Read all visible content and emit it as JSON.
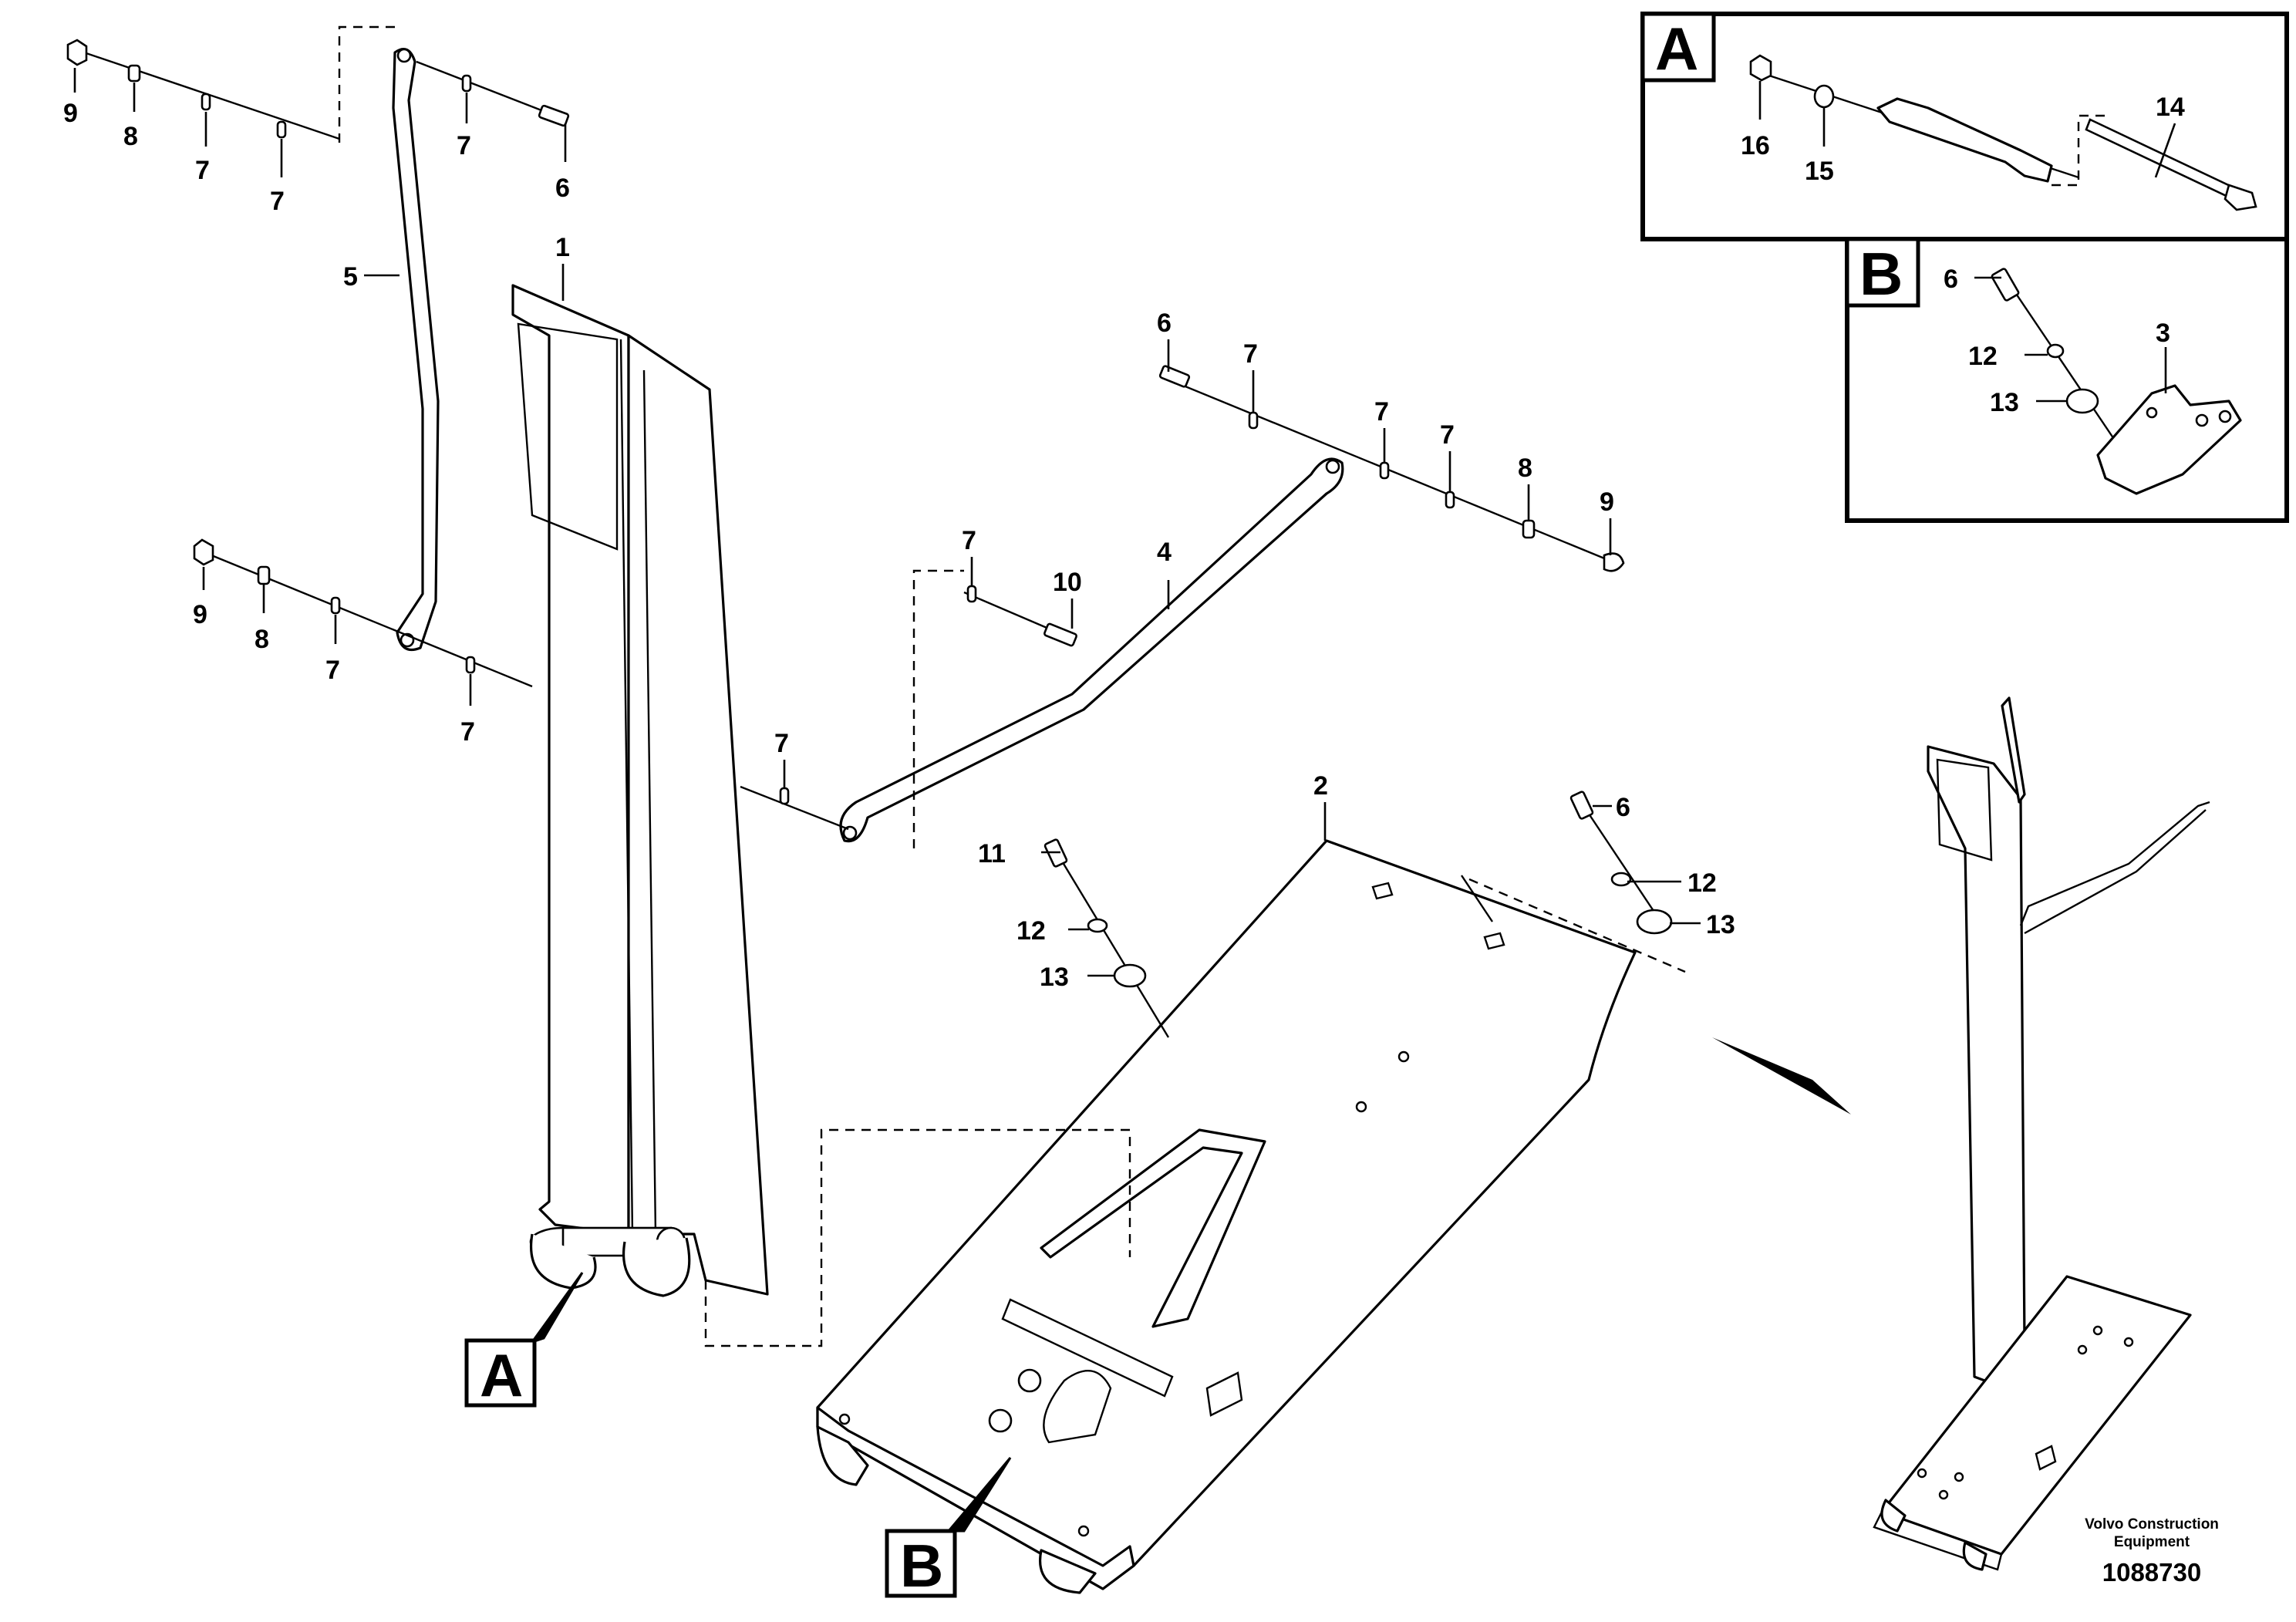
{
  "callouts": {
    "c1": "1",
    "c2": "2",
    "c3": "3",
    "c4": "4",
    "c5": "5",
    "c6a": "6",
    "c6b": "6",
    "c6c": "6",
    "c6d": "6",
    "c7a": "7",
    "c7b": "7",
    "c7c": "7",
    "c7d": "7",
    "c7e": "7",
    "c7f": "7",
    "c7g": "7",
    "c7h": "7",
    "c7i": "7",
    "c7j": "7",
    "c8a": "8",
    "c8b": "8",
    "c8c": "8",
    "c9a": "9",
    "c9b": "9",
    "c9c": "9",
    "c10": "10",
    "c11": "11",
    "c12a": "12",
    "c12b": "12",
    "c12c": "12",
    "c13a": "13",
    "c13b": "13",
    "c13c": "13",
    "c14": "14",
    "c15": "15",
    "c16": "16"
  },
  "views": {
    "a_label": "A",
    "b_label": "B",
    "a_detail_label": "A",
    "b_detail_label": "B"
  },
  "footer": {
    "brand_line1": "Volvo Construction",
    "brand_line2": "Equipment",
    "drawing_number": "1088730"
  }
}
